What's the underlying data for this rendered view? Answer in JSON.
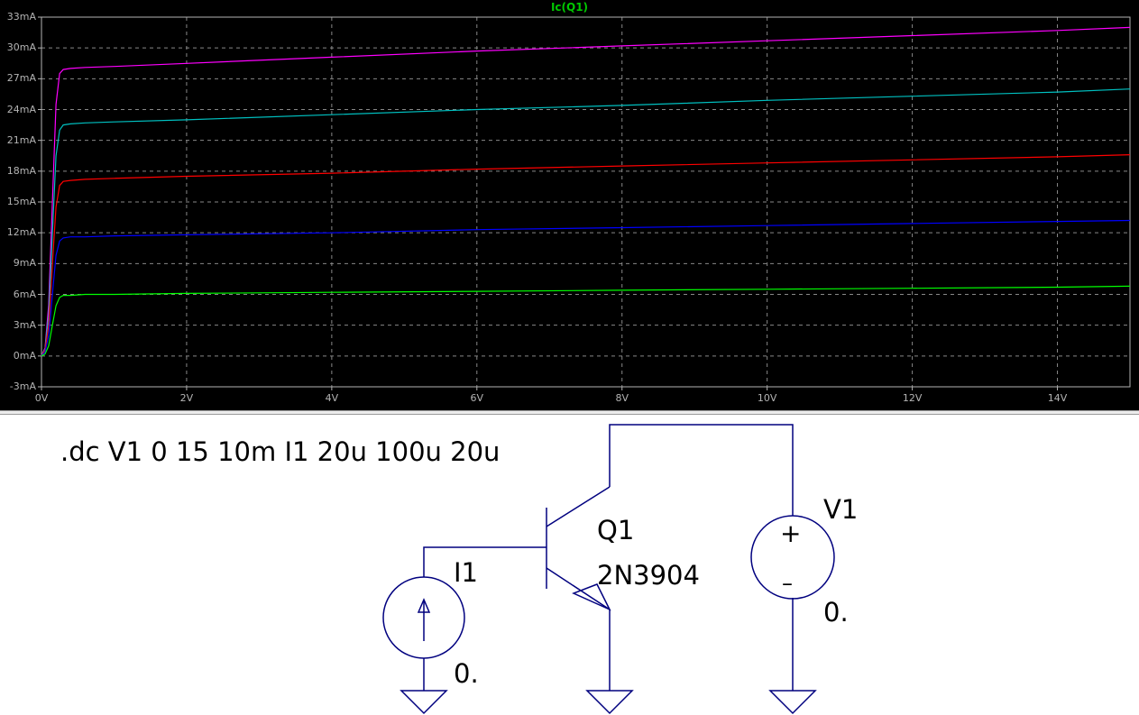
{
  "plot": {
    "title": "Ic(Q1)",
    "title_color": "#00c800",
    "background": "#000000",
    "grid_color": "#888888",
    "tick_color": "#b4b4b4",
    "y_ticks": [
      "33mA",
      "30mA",
      "27mA",
      "24mA",
      "21mA",
      "18mA",
      "15mA",
      "12mA",
      "9mA",
      "6mA",
      "3mA",
      "0mA",
      "-3mA"
    ],
    "x_ticks": [
      "0V",
      "2V",
      "4V",
      "6V",
      "8V",
      "10V",
      "12V",
      "14V"
    ]
  },
  "chart_data": {
    "type": "line",
    "title": "Ic(Q1)",
    "xlabel": "",
    "ylabel": "",
    "x_unit": "V",
    "y_unit": "mA",
    "xlim": [
      0,
      15
    ],
    "ylim": [
      -3,
      33
    ],
    "grid": true,
    "x": [
      0,
      0.05,
      0.1,
      0.15,
      0.2,
      0.25,
      0.3,
      0.4,
      0.6,
      1,
      2,
      4,
      6,
      8,
      10,
      12,
      14,
      15
    ],
    "series": [
      {
        "color": "#ff00ff",
        "values": [
          0,
          0.8,
          5,
          15,
          24.5,
          27.5,
          27.9,
          28.0,
          28.1,
          28.2,
          28.5,
          29.1,
          29.7,
          30.2,
          30.7,
          31.2,
          31.7,
          32.0
        ]
      },
      {
        "color": "#00c0c0",
        "values": [
          0,
          0.7,
          4,
          12,
          19.5,
          22.0,
          22.5,
          22.6,
          22.7,
          22.8,
          23.0,
          23.5,
          24.0,
          24.4,
          24.9,
          25.3,
          25.7,
          26.0
        ]
      },
      {
        "color": "#ff0000",
        "values": [
          0,
          0.6,
          3,
          9,
          14.5,
          16.6,
          17.0,
          17.1,
          17.2,
          17.3,
          17.5,
          17.8,
          18.2,
          18.5,
          18.8,
          19.1,
          19.4,
          19.6
        ]
      },
      {
        "color": "#0000ff",
        "values": [
          0,
          0.4,
          2,
          6,
          9.8,
          11.2,
          11.5,
          11.6,
          11.6,
          11.7,
          11.8,
          12.0,
          12.3,
          12.5,
          12.7,
          12.9,
          13.1,
          13.2
        ]
      },
      {
        "color": "#00ff00",
        "values": [
          0,
          0.2,
          1,
          3,
          4.9,
          5.7,
          5.9,
          5.9,
          6.0,
          6.0,
          6.1,
          6.2,
          6.3,
          6.4,
          6.5,
          6.6,
          6.7,
          6.8
        ]
      }
    ]
  },
  "schematic": {
    "wire_color": "#00007f",
    "directive": ".dc V1 0 15 10m I1 20u 100u 20u",
    "q1_name": "Q1",
    "q1_model": "2N3904",
    "i1_name": "I1",
    "i1_value": "0.",
    "v1_name": "V1",
    "v1_value": "0.",
    "v1_plus": "+",
    "v1_minus": "–"
  }
}
